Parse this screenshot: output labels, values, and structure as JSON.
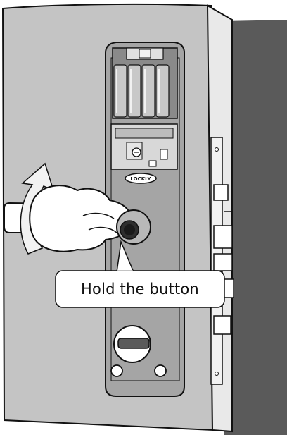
{
  "callout": {
    "text": "Hold the button"
  },
  "brand": {
    "logo_text": "LOCKLY"
  },
  "colors": {
    "door_face": "#c4c4c4",
    "door_edge": "#e9e9e9",
    "frame": "#5a5a5a",
    "lock_body": "#a5a5a5",
    "battery": "#c8c8c8",
    "hand": "#ffffff",
    "arrow": "#f2f2f2",
    "outline": "#111111"
  },
  "battery_count": 4
}
